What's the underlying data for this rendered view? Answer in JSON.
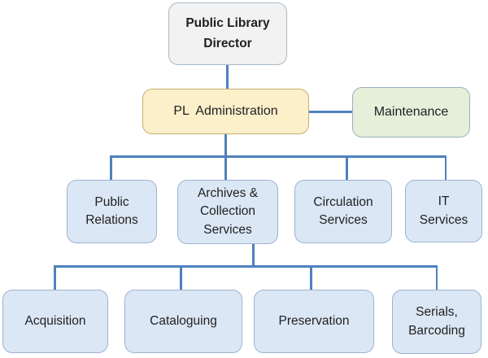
{
  "title": "Public library organization chart",
  "colors": {
    "connector": "#4E81BD",
    "node_blue_fill": "#DCE7F5",
    "node_blue_border": "#9CB3D3",
    "director_fill": "#F2F2F2",
    "director_border": "#A7B9CB",
    "admin_fill": "#FCF0CB",
    "admin_border": "#C4AF6B",
    "maintenance_fill": "#E5F0DB",
    "maintenance_border": "#9DAFBE"
  },
  "nodes": {
    "director": {
      "label": "Public Library\nDirector"
    },
    "administration": {
      "label": "PL  Administration"
    },
    "maintenance": {
      "label": "Maintenance"
    },
    "public_relations": {
      "label": "Public\nRelations"
    },
    "archives": {
      "label": "Archives &\nCollection\nServices"
    },
    "circulation": {
      "label": "Circulation\nServices"
    },
    "it": {
      "label": "IT\nServices"
    },
    "acquisition": {
      "label": "Acquisition"
    },
    "cataloguing": {
      "label": "Cataloguing"
    },
    "preservation": {
      "label": "Preservation"
    },
    "serials": {
      "label": "Serials,\nBarcoding"
    }
  },
  "edges": [
    {
      "from": "director",
      "to": "administration"
    },
    {
      "from": "administration",
      "to": "maintenance"
    },
    {
      "from": "administration",
      "to": "public_relations"
    },
    {
      "from": "administration",
      "to": "archives"
    },
    {
      "from": "administration",
      "to": "circulation"
    },
    {
      "from": "administration",
      "to": "it"
    },
    {
      "from": "archives",
      "to": "acquisition"
    },
    {
      "from": "archives",
      "to": "cataloguing"
    },
    {
      "from": "archives",
      "to": "preservation"
    },
    {
      "from": "archives",
      "to": "serials"
    }
  ]
}
